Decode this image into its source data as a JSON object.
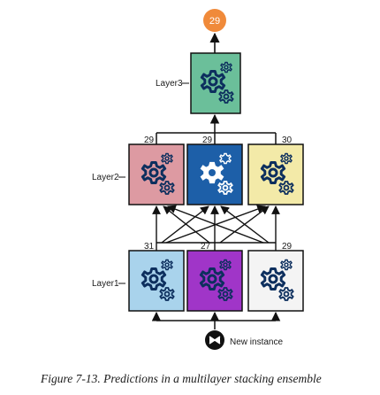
{
  "output": {
    "value": "29",
    "color": "#f08a3a"
  },
  "layers": {
    "layer3": {
      "label": "Layer3",
      "boxes": [
        {
          "color": "#6bbf9a",
          "icon": "gears-icon"
        }
      ]
    },
    "layer2": {
      "label": "Layer2",
      "predictions": [
        "29",
        "29",
        "30"
      ],
      "boxes": [
        {
          "color": "#dd9aa2",
          "icon": "gears-icon"
        },
        {
          "color": "#1d5fa8",
          "icon": "gears-icon"
        },
        {
          "color": "#f3eaa8",
          "icon": "gears-icon"
        }
      ]
    },
    "layer1": {
      "label": "Layer1",
      "predictions": [
        "31",
        "27",
        "29"
      ],
      "boxes": [
        {
          "color": "#a9d3ec",
          "icon": "gears-icon"
        },
        {
          "color": "#a035c8",
          "icon": "gears-icon"
        },
        {
          "color": "#f4f4f4",
          "icon": "gears-icon"
        }
      ]
    }
  },
  "input": {
    "label": "New instance",
    "icon": "new-instance-icon"
  },
  "caption": "Figure 7-13. Predictions in a multilayer stacking ensemble"
}
